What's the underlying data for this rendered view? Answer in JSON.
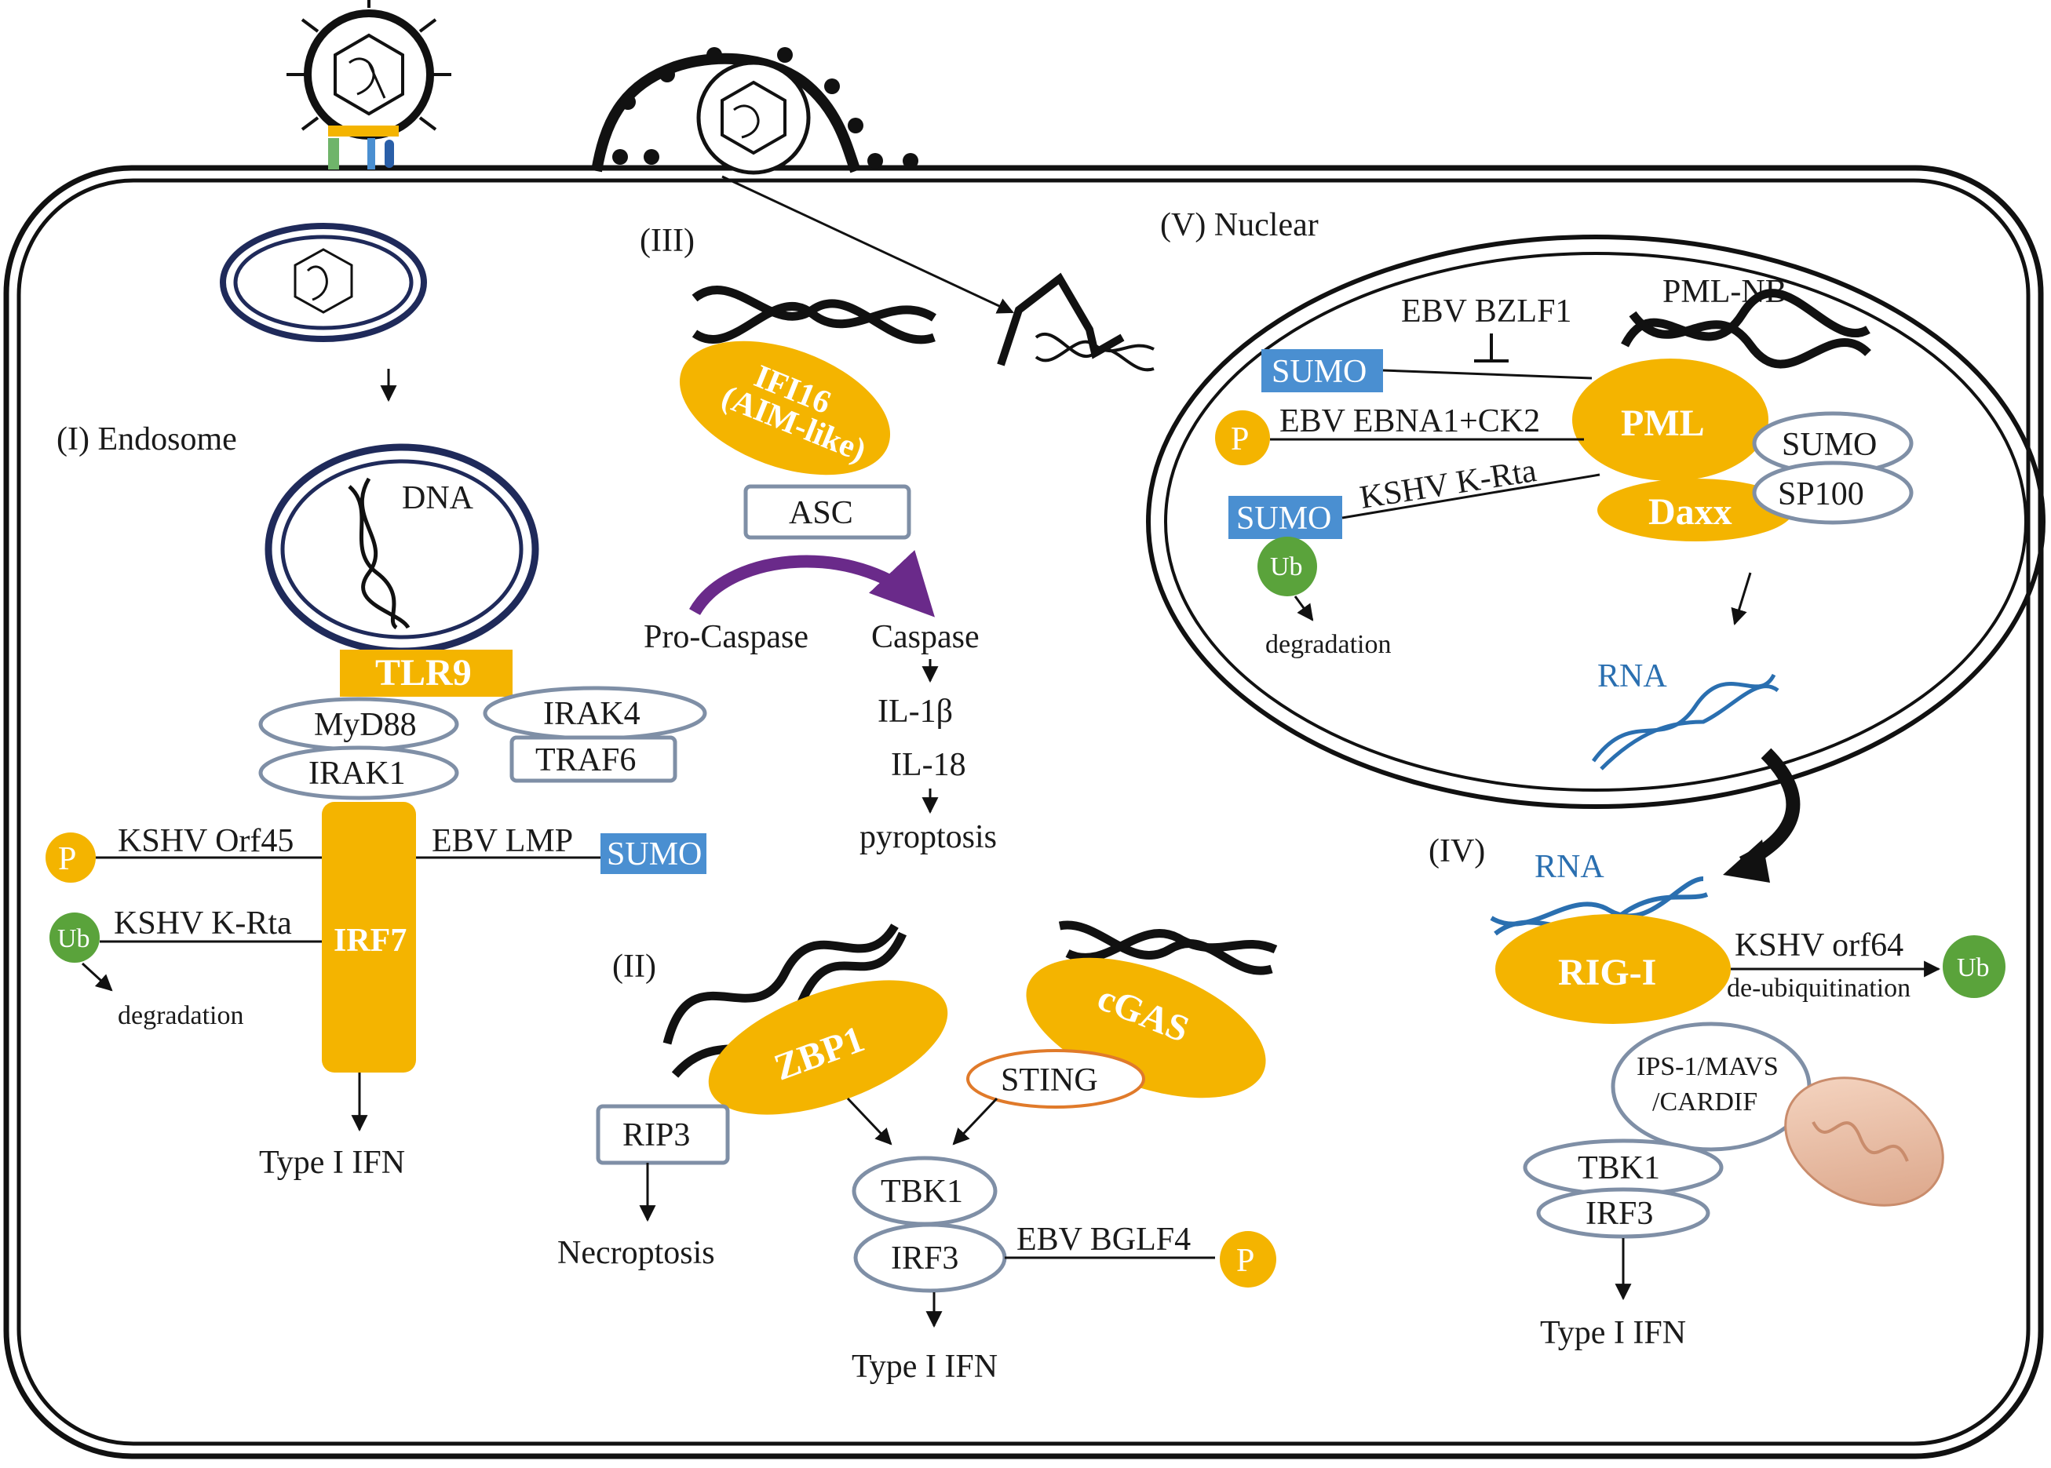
{
  "colors": {
    "protein": "#f4b400",
    "protein_light": "#fbc93a",
    "sumo": "#4a8fd1",
    "ub": "#5aa33b",
    "outline": "#7f8fa6",
    "dark_navy": "#1f2a5a",
    "rna": "#2a6fb0",
    "caspase_arrow": "#6a2a8a",
    "sting_outline": "#e07a2a"
  },
  "labels": {
    "endosome": "(I)   Endosome",
    "section_ii": "(II)",
    "section_iii": "(III)",
    "section_iv": "(IV)",
    "nuclear": "(V) Nuclear",
    "dna": "DNA",
    "tlr9": "TLR9",
    "myd88": "MyD88",
    "irak1": "IRAK1",
    "irak4": "IRAK4",
    "traf6": "TRAF6",
    "irf7": "IRF7",
    "p": "P",
    "ub": "Ub",
    "sumo": "SUMO",
    "kshv_orf45": "KSHV Orf45",
    "kshv_krta": "KSHV K-Rta",
    "ebv_lmp": "EBV LMP",
    "degradation": "degradation",
    "type_i_ifn": "Type I IFN",
    "ifi16_line1": "IFI16",
    "ifi16_line2": "(AIM-like)",
    "asc": "ASC",
    "pro_caspase": "Pro-Caspase",
    "caspase": "Caspase",
    "il1b": "IL-1β",
    "il18": "IL-18",
    "pyroptosis": "pyroptosis",
    "zbp1": "ZBP1",
    "cgas": "cGAS",
    "sting": "STING",
    "rip3": "RIP3",
    "necroptosis": "Necroptosis",
    "tbk1": "TBK1",
    "irf3": "IRF3",
    "ebv_bglf4": "EBV BGLF4",
    "pml_nb": "PML-NB",
    "ebv_bzlf1": "EBV BZLF1",
    "ebv_ebna1": "EBV EBNA1+CK2",
    "pml": "PML",
    "daxx": "Daxx",
    "sp100": "SP100",
    "rna": "RNA",
    "rig_i": "RIG-I",
    "kshv_orf64": "KSHV orf64",
    "de_ubiquitination": "de-ubiquitination",
    "ips1_line1": "IPS-1/MAVS",
    "ips1_line2": "/CARDIF"
  }
}
